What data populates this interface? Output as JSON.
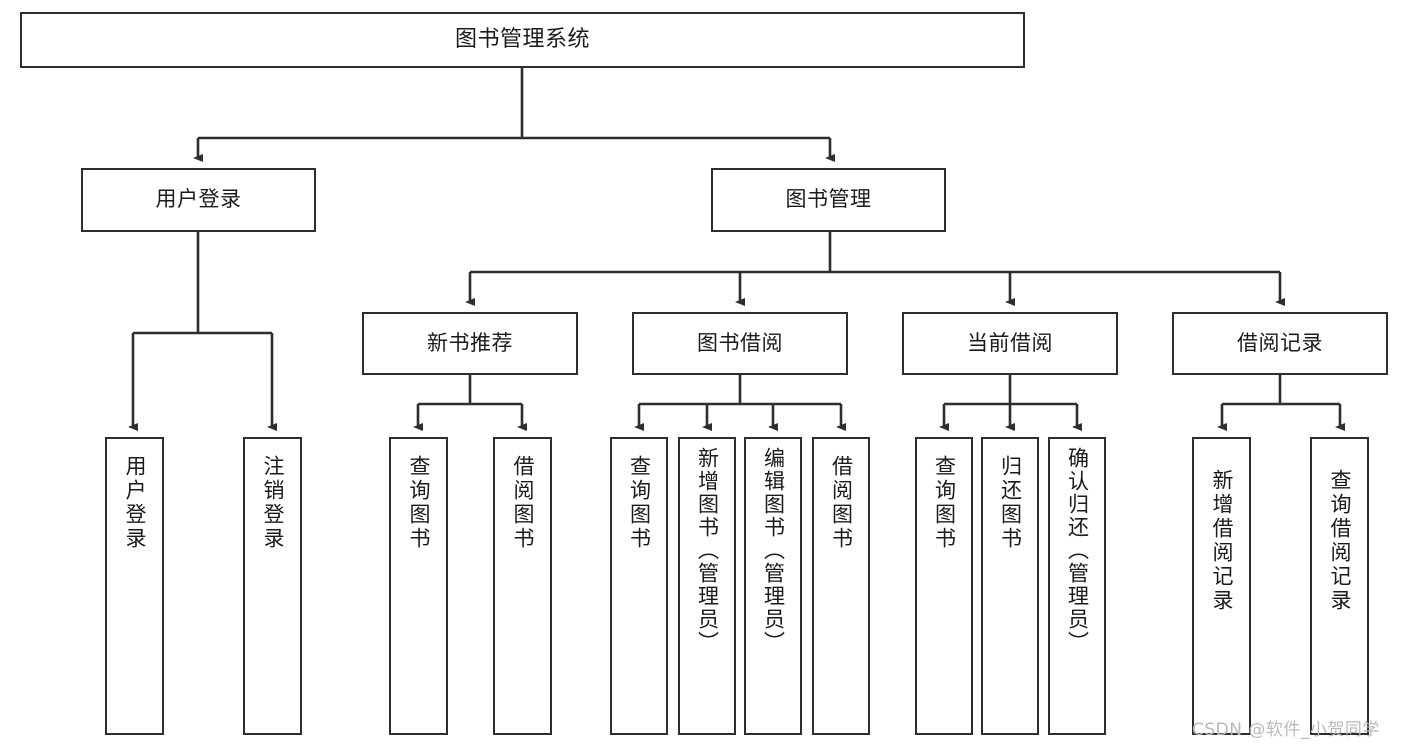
{
  "diagram": {
    "type": "tree",
    "title": "图书管理系统",
    "watermark": "CSDN @软件_小贺同学",
    "colors": {
      "stroke": "#2e2e2e",
      "fill": "#ffffff",
      "text": "#1b1b1b",
      "watermark": "#b9b9b9"
    },
    "nodes": {
      "root": {
        "label": "图书管理系统"
      },
      "level2": [
        {
          "id": "user-login",
          "label": "用户登录"
        },
        {
          "id": "book-manage",
          "label": "图书管理"
        }
      ],
      "level3": [
        {
          "id": "new-book-recommend",
          "label": "新书推荐"
        },
        {
          "id": "book-borrow",
          "label": "图书借阅"
        },
        {
          "id": "current-borrow",
          "label": "当前借阅"
        },
        {
          "id": "borrow-record",
          "label": "借阅记录"
        }
      ],
      "leaves": {
        "user_login": [
          {
            "id": "leaf-user-login",
            "label": "用户登录"
          },
          {
            "id": "leaf-logout-login",
            "label": "注销登录"
          }
        ],
        "new_book_recommend": [
          {
            "id": "leaf-query-book-1",
            "label": "查询图书"
          },
          {
            "id": "leaf-borrow-book-1",
            "label": "借阅图书"
          }
        ],
        "book_borrow": [
          {
            "id": "leaf-query-book-2",
            "label": "查询图书"
          },
          {
            "id": "leaf-add-book",
            "label": "新增图书（管理员）"
          },
          {
            "id": "leaf-edit-book",
            "label": "编辑图书（管理员）"
          },
          {
            "id": "leaf-borrow-book-2",
            "label": "借阅图书"
          }
        ],
        "current_borrow": [
          {
            "id": "leaf-query-book-3",
            "label": "查询图书"
          },
          {
            "id": "leaf-return-book",
            "label": "归还图书"
          },
          {
            "id": "leaf-confirm-return",
            "label": "确认归还（管理员）"
          }
        ],
        "borrow_record": [
          {
            "id": "leaf-add-record",
            "label": "新增借阅记录"
          },
          {
            "id": "leaf-query-record",
            "label": "查询借阅记录"
          }
        ]
      }
    }
  }
}
